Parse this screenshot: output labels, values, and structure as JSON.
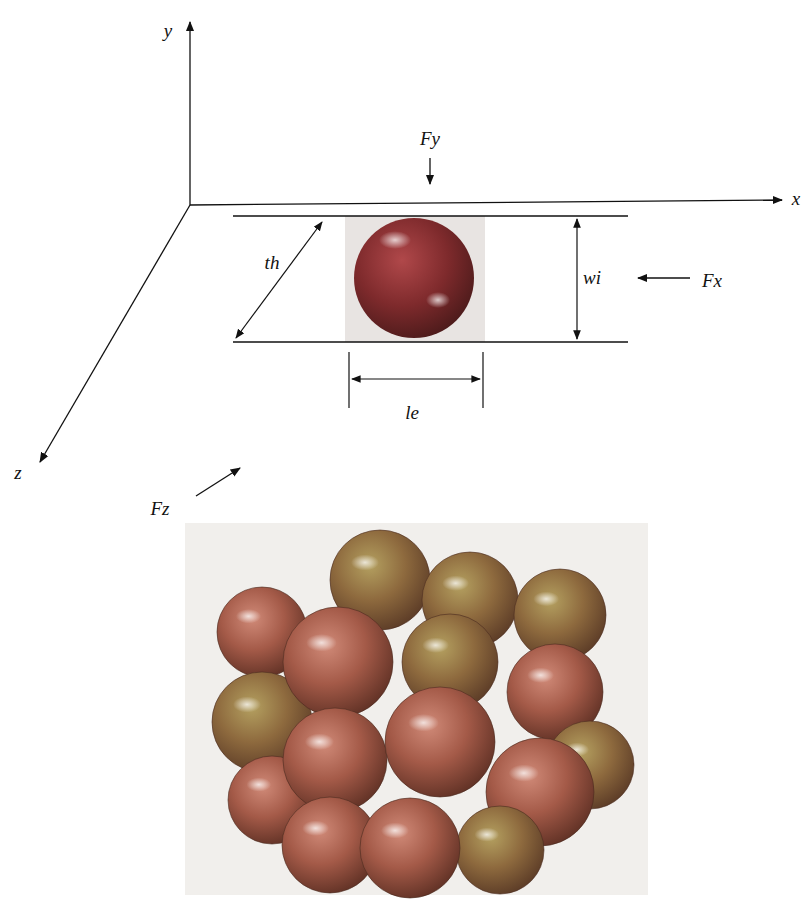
{
  "diagram": {
    "labels": [
      "y",
      "Fy",
      "x",
      "th",
      "wi",
      "Fx",
      "le",
      "z",
      "Fz"
    ]
  }
}
